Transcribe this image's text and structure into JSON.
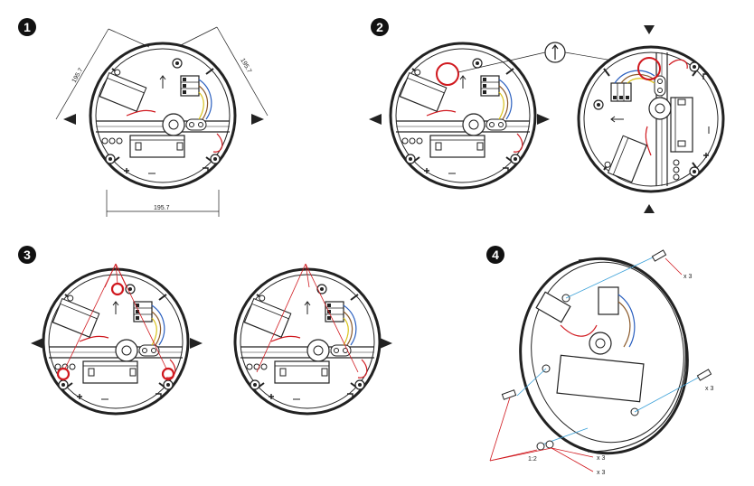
{
  "steps": [
    {
      "number": "1"
    },
    {
      "number": "2"
    },
    {
      "number": "3"
    },
    {
      "number": "4"
    }
  ],
  "dimensions": {
    "left_diagonal": "195.7",
    "right_diagonal": "195.7",
    "bottom": "195.7"
  },
  "screw_labels": {
    "top_screw_qty": "x 3",
    "right_screw_qty": "x 3",
    "washer_qty_a": "x 3",
    "washer_qty_b": "x 3",
    "ratio": "1:2"
  },
  "symbols": {
    "plus": "+",
    "minus": "−"
  },
  "colors": {
    "highlight": "#d0181e",
    "line": "#222222",
    "blue_guide": "#3aa0d8",
    "wire_blue": "#2a5fbf",
    "wire_brown": "#8b5a2b",
    "wire_yellow": "#d9c21a",
    "wire_red": "#d0181e"
  }
}
